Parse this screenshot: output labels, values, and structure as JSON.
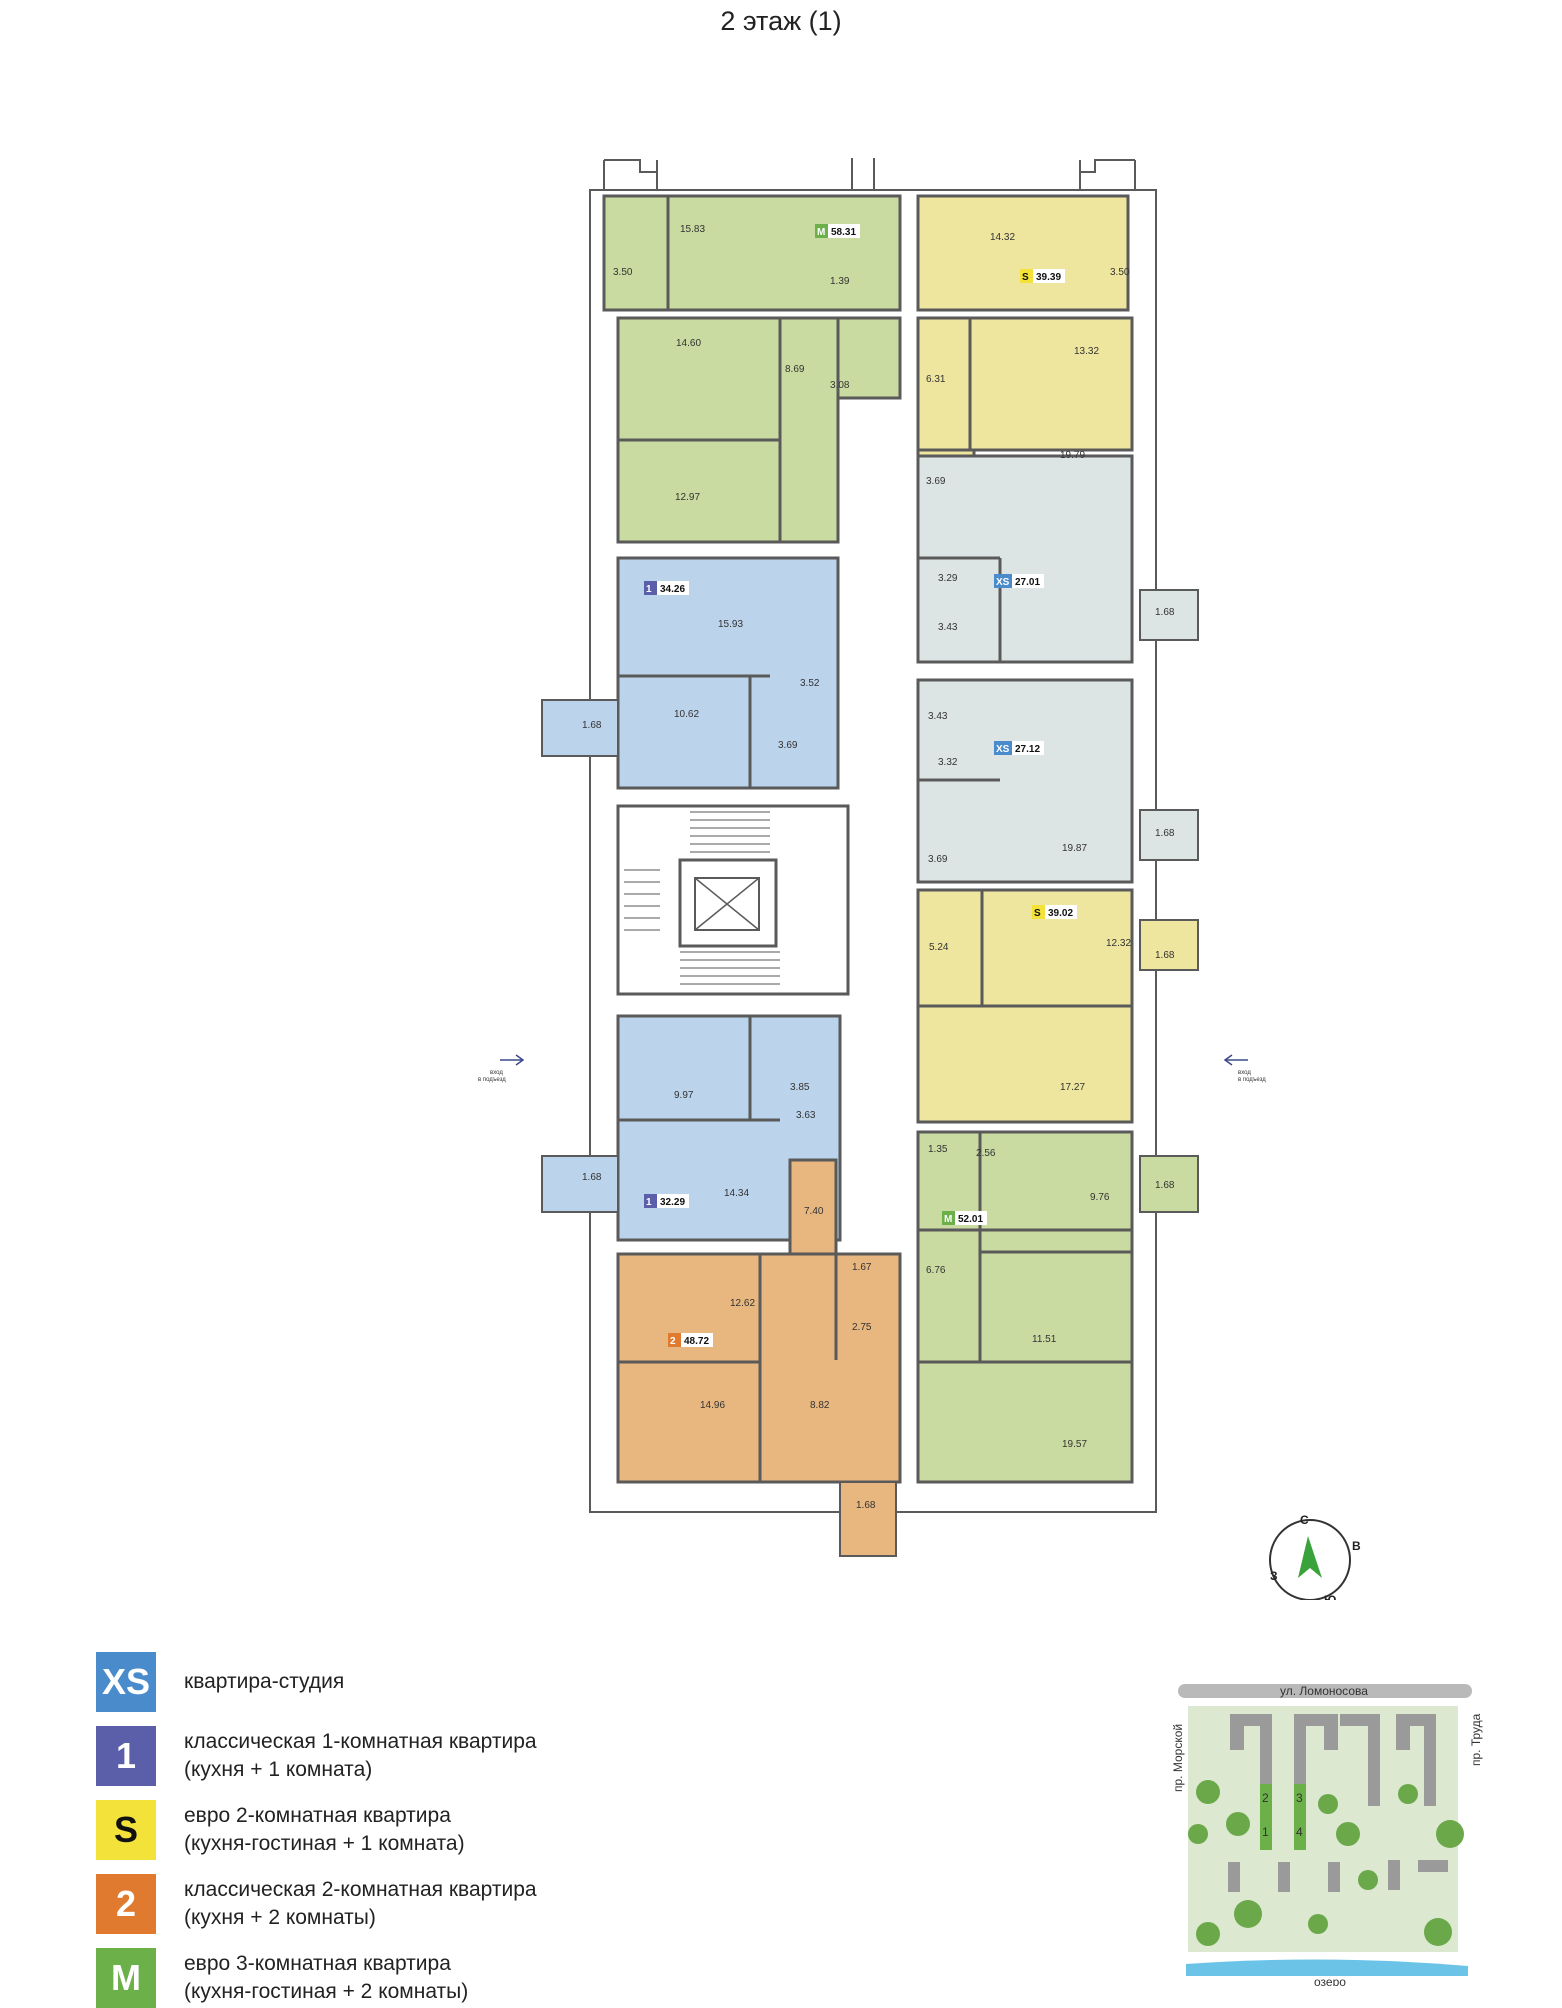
{
  "floor_title": "2 этаж (1)",
  "colors": {
    "XS": "#4a8ccb",
    "1": "#5b5ea8",
    "S": "#f2e23a",
    "2": "#e07a2e",
    "M": "#6cb04a",
    "fill_XS": "#dde5e4",
    "fill_1": "#bcd3ec",
    "fill_S": "#eee69e",
    "fill_2": "#e8b67f",
    "fill_M": "#c9dba0",
    "wall": "#5a5a5a"
  },
  "units": [
    {
      "type": "M",
      "area": "58.31"
    },
    {
      "type": "S",
      "area": "39.39"
    },
    {
      "type": "XS",
      "area": "27.01"
    },
    {
      "type": "1",
      "area": "34.26"
    },
    {
      "type": "XS",
      "area": "27.12"
    },
    {
      "type": "S",
      "area": "39.02"
    },
    {
      "type": "1",
      "area": "32.29"
    },
    {
      "type": "M",
      "area": "52.01"
    },
    {
      "type": "2",
      "area": "48.72"
    }
  ],
  "room_areas": [
    "15.83",
    "3.50",
    "1.39",
    "14.60",
    "8.69",
    "3.08",
    "12.97",
    "14.32",
    "3.50",
    "13.32",
    "6.31",
    "3.69",
    "19.79",
    "3.29",
    "3.43",
    "1.68",
    "15.93",
    "3.52",
    "10.62",
    "3.69",
    "1.68",
    "3.43",
    "3.32",
    "19.87",
    "1.68",
    "3.69",
    "5.24",
    "12.32",
    "1.68",
    "17.27",
    "3.85",
    "9.97",
    "3.63",
    "1.68",
    "14.34",
    "1.35",
    "2.56",
    "9.76",
    "1.68",
    "6.76",
    "11.51",
    "19.57",
    "7.40",
    "1.67",
    "12.62",
    "2.75",
    "14.96",
    "8.82",
    "1.68"
  ],
  "entrance_label": [
    "вход",
    "в подъезд"
  ],
  "compass": {
    "north": "С",
    "east": "В",
    "south": "Ю",
    "west": "З"
  },
  "legend": [
    {
      "badge": "XS",
      "line1": "квартира-студия",
      "line2": ""
    },
    {
      "badge": "1",
      "line1": "классическая 1-комнатная квартира",
      "line2": "(кухня + 1 комната)"
    },
    {
      "badge": "S",
      "line1": "евро 2-комнатная квартира",
      "line2": "(кухня-гостиная + 1 комната)"
    },
    {
      "badge": "2",
      "line1": "классическая 2-комнатная квартира",
      "line2": "(кухня + 2 комнаты)"
    },
    {
      "badge": "M",
      "line1": "евро 3-комнатная квартира",
      "line2": "(кухня-гостиная + 2 комнаты)"
    }
  ],
  "site_map": {
    "street_top": "ул. Ломоносова",
    "street_left": "пр. Морской",
    "street_right": "пр. Труда",
    "lake": "озеро",
    "section_numbers": [
      "2",
      "3",
      "1",
      "4"
    ]
  }
}
